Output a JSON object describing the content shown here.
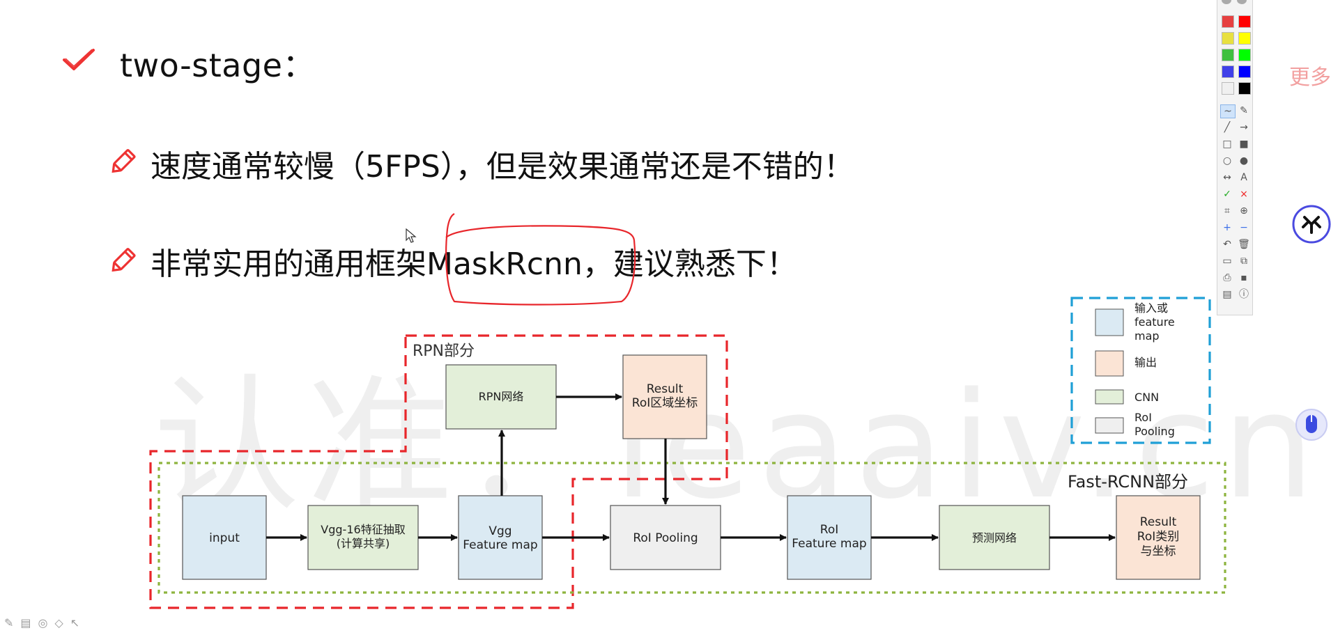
{
  "slide": {
    "title": "two-stage：",
    "bullets": [
      "速度通常较慢（5FPS），但是效果通常还是不错的！",
      "非常实用的通用框架MaskRcnn，建议熟悉下！"
    ],
    "watermark": "认准：leaaiv.cn",
    "side_label": "更多"
  },
  "diagram": {
    "rpn_region_label": "RPN部分",
    "fast_rcnn_region_label": "Fast-RCNN部分",
    "nodes": {
      "input": "input",
      "vgg16_line1": "Vgg-16特征抽取",
      "vgg16_line2": "(计算共享)",
      "vgg_map_line1": "Vgg",
      "vgg_map_line2": "Feature map",
      "rpn_net": "RPN网络",
      "result_rpn_line1": "Result",
      "result_rpn_line2": "RoI区域坐标",
      "roi_pooling": "RoI Pooling",
      "roi_map_line1": "RoI",
      "roi_map_line2": "Feature map",
      "predict_net": "预测网络",
      "result_final_line1": "Result",
      "result_final_line2": "RoI类别",
      "result_final_line3": "与坐标"
    },
    "legend": {
      "input_line1": "输入或",
      "input_line2": "feature",
      "input_line3": "map",
      "output": "输出",
      "cnn": "CNN",
      "roi_line1": "RoI",
      "roi_line2": "Pooling"
    },
    "colors": {
      "input_fill": "#dbeaf3",
      "output_fill": "#fbe4d5",
      "cnn_fill": "#e3efd9",
      "roi_fill": "#efefef",
      "rpn_border": "#e8262b",
      "fast_border": "#8db43e",
      "legend_border": "#1f9fd6",
      "annotation": "#e8262b"
    }
  },
  "toolbar": {
    "colors": [
      "#e64040",
      "#ff0000",
      "#e8e040",
      "#ffff00",
      "#40c040",
      "#00ff00",
      "#4040e8",
      "#0000ff",
      "#f0f0f0",
      "#000000"
    ],
    "tools": [
      [
        "~",
        "✎"
      ],
      [
        "╱",
        "→"
      ],
      [
        "□",
        "■"
      ],
      [
        "○",
        "●"
      ],
      [
        "↔",
        "A"
      ],
      [
        "✓",
        "×"
      ],
      [
        "⌗",
        "⊕"
      ],
      [
        "+",
        "−"
      ],
      [
        "↶",
        "🗑"
      ],
      [
        "▭",
        "⧉"
      ],
      [
        "⎙",
        "▪"
      ],
      [
        "▤",
        "ⓘ"
      ]
    ]
  },
  "bottom_tools": "✎▤◎◇↖"
}
